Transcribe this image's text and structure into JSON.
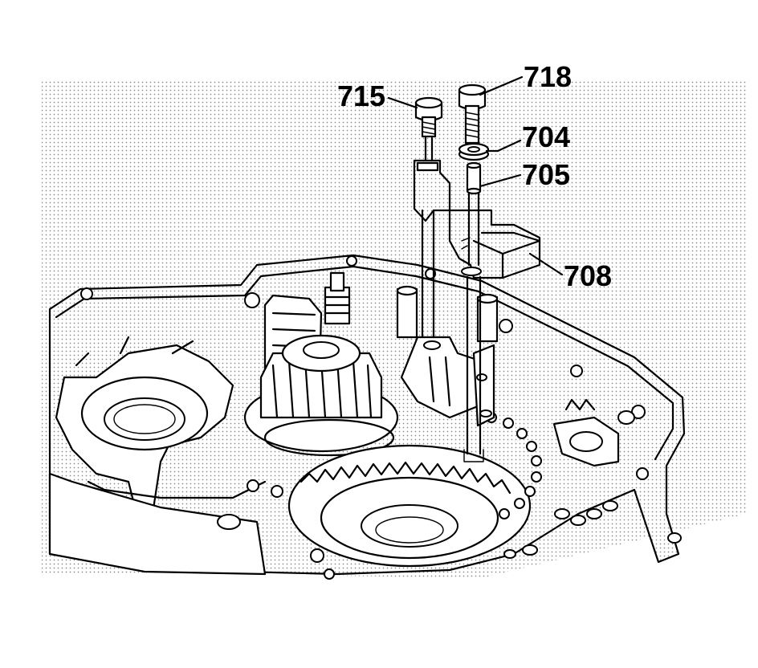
{
  "colors": {
    "ink": "#000000",
    "paper": "#ffffff",
    "screen_dot": "#8a8a8a"
  },
  "callouts": [
    {
      "id": "715",
      "label": "715"
    },
    {
      "id": "718",
      "label": "718"
    },
    {
      "id": "704",
      "label": "704"
    },
    {
      "id": "705",
      "label": "705"
    },
    {
      "id": "708",
      "label": "708"
    }
  ]
}
